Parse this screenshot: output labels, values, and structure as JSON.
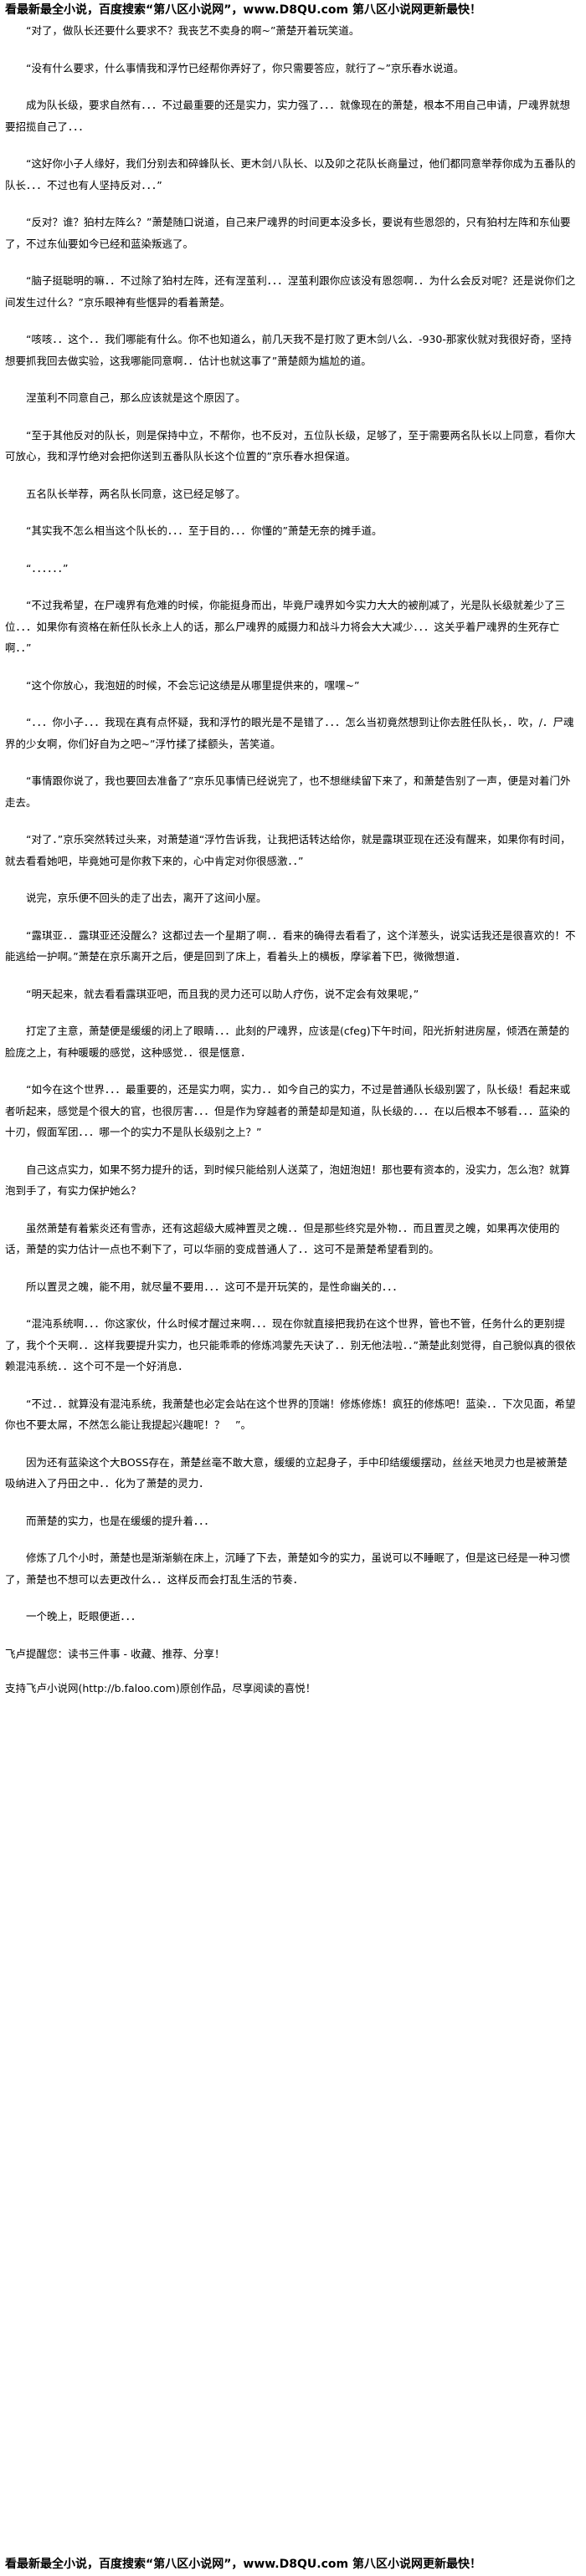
{
  "banner": {
    "text": "看最新最全小说，百度搜索“第八区小说网”，www.D8QU.com 第八区小说网更新最快！"
  },
  "paragraphs": [
    "“对了，做队长还要什么要求不？我丧艺不卖身的啊~”萧楚开着玩笑道。",
    "“没有什么要求，什么事情我和浮竹已经帮你弄好了，你只需要答应，就行了~”京乐春水说道。",
    "成为队长级，要求自然有．．．不过最重要的还是实力，实力强了．．．就像现在的萧楚，根本不用自己申请，尸魂界就想要招揽自己了．．．",
    "“这好你小子人缘好，我们分别去和碎蜂队长、更木剑八队长、以及卯之花队长商量过，他们都同意举荐你成为五番队的队长．．．不过也有人坚持反对．．．”",
    "“反对？谁？狛村左阵么？”萧楚随口说道，自己来尸魂界的时间更本没多长，要说有些恩怨的，只有狛村左阵和东仙要了，不过东仙要如今已经和蓝染叛逃了。",
    "“脑子挺聪明的嘛．．不过除了狛村左阵，还有涅茧利．．．涅茧利跟你应该没有恩怨啊．．为什么会反对呢？还是说你们之间发生过什么？”京乐眼神有些惬异的看着萧楚。",
    "“咳咳．．这个．．我们哪能有什么。你不也知道么，前几天我不是打败了更木剑八么．-930-那家伙就对我很好奇，坚持想要抓我回去做实验，这我哪能同意啊．．估计也就这事了”萧楚颇为尴尬的道。",
    "涅茧利不同意自己，那么应该就是这个原因了。",
    "“至于其他反对的队长，则是保持中立，不帮你，也不反对，五位队长级，足够了，至于需要两名队长以上同意，看你大可放心，我和浮竹绝对会把你送到五番队队长这个位置的”京乐春水担保道。",
    "五名队长举荐，两名队长同意，这已经足够了。",
    "“其实我不怎么相当这个队长的．．．至于目的．．．你懂的”萧楚无奈的摊手道。",
    "“．．．．．．”",
    "“不过我希望，在尸魂界有危难的时候，你能挺身而出，毕竟尸魂界如今实力大大的被削减了，光是队长级就差少了三位．．．如果你有资格在新任队长永上人的话，那么尸魂界的威摄力和战斗力将会大大减少．．．这关乎着尸魂界的生死存亡啊．．”",
    "“这个你放心，我泡妞的时候，不会忘记这绩是从哪里提供来的，嘿嘿~”",
    "“．．．你小子．．．我现在真有点怀疑，我和浮竹的眼光是不是错了．．．怎么当初竟然想到让你去胜任队长，．吹，/．尸魂界的少女啊，你们好自为之吧~”浮竹揉了揉额头，苦笑道。",
    "“事情跟你说了，我也要回去准备了”京乐见事情已经说完了，也不想继续留下来了，和萧楚告别了一声，便是对着门外走去。",
    "“对了．”京乐突然转过头来，对萧楚道“浮竹告诉我，让我把话转达给你，就是露琪亚现在还没有醒来，如果你有时间，就去看看她吧，毕竟她可是你救下来的，心中肯定对你很感激．．”",
    "说完，京乐便不回头的走了出去，离开了这间小屋。",
    "“露琪亚．．露琪亚还没醒么？这都过去一个星期了啊．．看来的确得去看看了，这个洋葱头，说实话我还是很喜欢的！不能逃给一护啊。”萧楚在京乐离开之后，便是回到了床上，看着头上的横板，摩挲着下巴，微微想道．",
    "“明天起来，就去看看露琪亚吧，而且我的灵力还可以助人疗伤，说不定会有效果呢，”",
    "打定了主意，萧楚便是缓缓的闭上了眼睛．．．此刻的尸魂界，应该是(cfeg)下午时间，阳光折射进房屋，倾洒在萧楚的脸庞之上，有种暖暖的感觉，这种感觉．．很是惬意．",
    "“如今在这个世界．．．最重要的，还是实力啊，实力．．如今自己的实力，不过是普通队长级别罢了，队长级！看起来或者听起来，感觉是个很大的官，也很厉害．．．但是作为穿越者的萧楚却是知道，队长级的．．．在以后根本不够看．．．蓝染的十刃，假面军团．．．哪一个的实力不是队长级别之上？”",
    "自己这点实力，如果不努力提升的话，到时候只能给别人送菜了，泡妞泡妞！那也要有资本的，没实力，怎么泡？就算泡到手了，有实力保护她么？",
    "虽然萧楚有着紫炎还有雪赤，还有这超级大威神置灵之魄．．但是那些终究是外物．．而且置灵之魄，如果再次使用的话，萧楚的实力估计一点也不剩下了，可以华丽的变成普通人了．．这可不是萧楚希望看到的。",
    "所以置灵之魄，能不用，就尽量不要用．．．这可不是开玩笑的，是性命幽关的．．．",
    "“混沌系统啊．．．你这家伙，什么时候才醒过来啊．．．现在你就直接把我扔在这个世界，管也不管，任务什么的更别提了，我个个天啊．．这样我要提升实力，也只能乖乖的修炼鸿蒙先天诀了．．别无他法啦．．”萧楚此刻觉得，自己貌似真的很依赖混沌系统．．这个可不是一个好消息．",
    "“不过．．就算没有混沌系统，我萧楚也必定会站在这个世界的顶端！修炼修炼！疯狂的修炼吧！蓝染．．下次见面，希望你也不要太屌，不然怎么能让我提起兴趣呢！？　”。",
    "因为还有蓝染这个大BOSS存在，萧楚丝毫不敢大意，缓缓的立起身子，手中印结缓缓摆动，丝丝天地灵力也是被萧楚吸纳进入了丹田之中．．化为了萧楚的灵力．",
    "而萧楚的实力，也是在缓缓的提升着．．．",
    "修炼了几个小时，萧楚也是渐渐躺在床上，沉睡了下去，萧楚如今的实力，虽说可以不睡眠了，但是这已经是一种习惯了，萧楚也不想可以去更改什么．．这样反而会打乱生活的节奏．",
    "一个晚上，眨眼便逝．．．"
  ],
  "footer": {
    "tip": "飞卢提醒您：读书三件事 - 收藏、推荐、分享！",
    "support": "支持飞卢小说网(http://b.faloo.com)原创作品，尽享阅读的喜悦！"
  }
}
